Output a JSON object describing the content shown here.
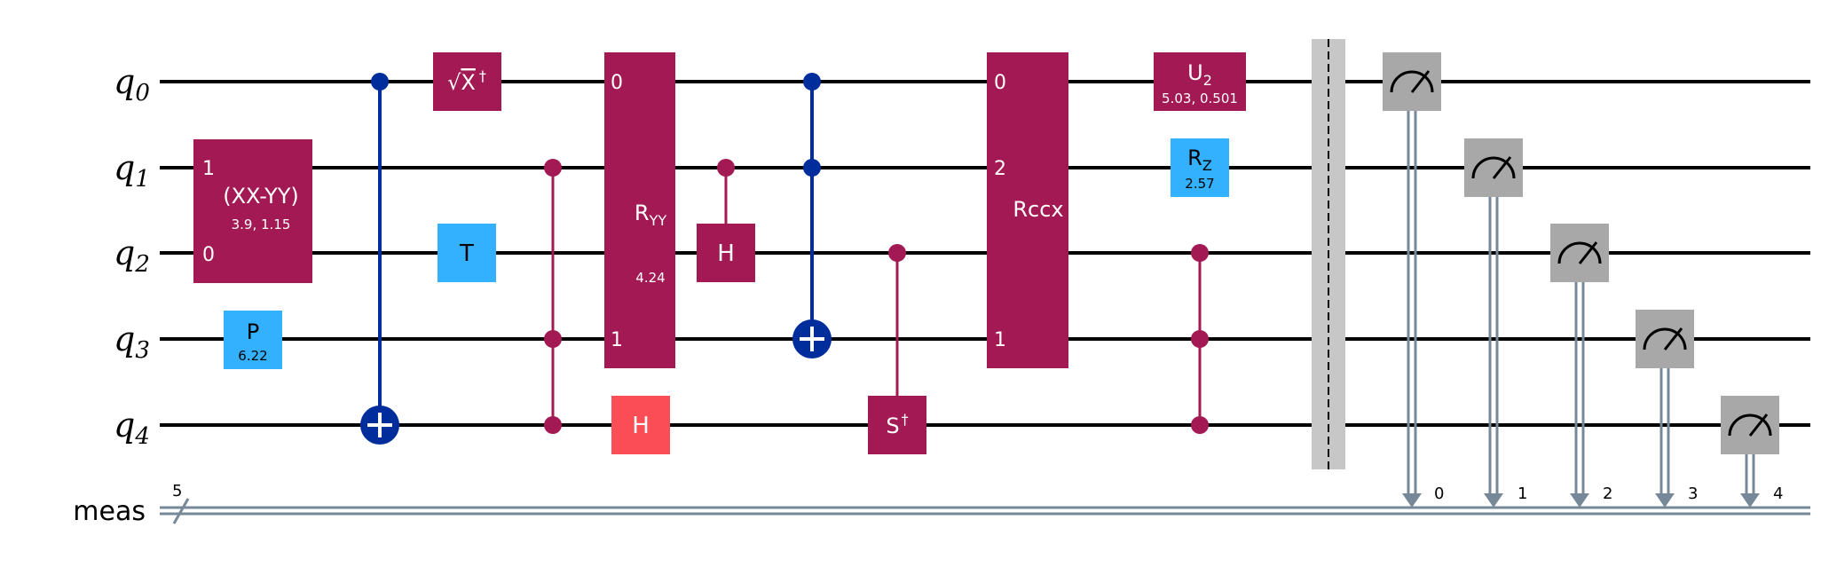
{
  "colors": {
    "wire": "#000000",
    "classical_wire": "#778899",
    "purple_gate": "#A21953",
    "blue_gate": "#33B1FF",
    "cnot": "#002D9C",
    "hadamard_red": "#FA4D56",
    "measure_gray": "#A8A8A8",
    "barrier": "#C7C7C7"
  },
  "qubits": [
    {
      "label": "q",
      "index": "0"
    },
    {
      "label": "q",
      "index": "1"
    },
    {
      "label": "q",
      "index": "2"
    },
    {
      "label": "q",
      "index": "3"
    },
    {
      "label": "q",
      "index": "4"
    }
  ],
  "classical": {
    "label": "meas",
    "width": "5",
    "bits": [
      "0",
      "1",
      "2",
      "3",
      "4"
    ]
  },
  "gates": {
    "xxmyy": {
      "name": "(XX-YY)",
      "params": "3.9, 1.15",
      "port_a": "1",
      "port_b": "0"
    },
    "p": {
      "name": "P",
      "param": "6.22"
    },
    "sxdg": {
      "radical": "√",
      "name": "X",
      "dagger": "†"
    },
    "t": {
      "name": "T"
    },
    "ryy": {
      "name": "R",
      "sub": "YY",
      "param": "4.24",
      "port_a": "0",
      "port_b": "1"
    },
    "h_red": {
      "name": "H"
    },
    "ch": {
      "name": "H"
    },
    "sdg": {
      "name": "S",
      "dagger": "†"
    },
    "rccx": {
      "name": "Rccx",
      "port_a": "0",
      "port_b": "2",
      "port_c": "1"
    },
    "u2": {
      "name": "U",
      "sub": "2",
      "params": "5.03, 0.501"
    },
    "rz": {
      "name": "R",
      "sub": "Z",
      "param": "2.57"
    }
  },
  "icons": {
    "measure": "meter-icon",
    "cnot_target": "plus-target-icon",
    "control": "control-dot-icon",
    "bundle": "slash-icon",
    "arrow": "arrow-down-icon"
  }
}
